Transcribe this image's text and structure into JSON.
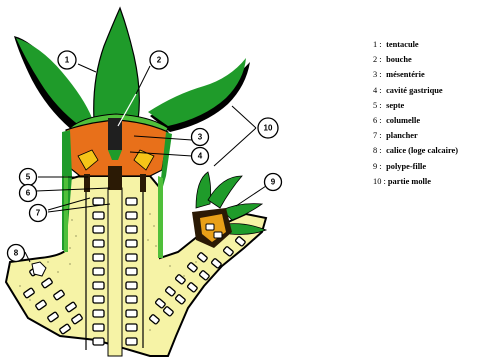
{
  "callouts": [
    "1",
    "2",
    "3",
    "4",
    "5",
    "6",
    "7",
    "8",
    "9",
    "10"
  ],
  "legend": [
    {
      "num": "1 :",
      "text": "tentacule"
    },
    {
      "num": "2 :",
      "text": "bouche"
    },
    {
      "num": "3 :",
      "text": "mésentérie"
    },
    {
      "num": "4 :",
      "text": "cavité gastrique"
    },
    {
      "num": "5 :",
      "text": "septe"
    },
    {
      "num": "6 :",
      "text": "columelle"
    },
    {
      "num": "7 :",
      "text": "plancher"
    },
    {
      "num": "8 :",
      "text": "calice (loge calcaire)"
    },
    {
      "num": "9 :",
      "text": "polype-fille"
    },
    {
      "num": "10 :",
      "text": "partie molle"
    }
  ],
  "colors": {
    "tissue_green": "#1f9b2a",
    "tissue_light_green": "#4fbf3a",
    "gastric_orange": "#e8701a",
    "skeleton_yellow": "#f6f3a6",
    "outline": "#000000"
  }
}
